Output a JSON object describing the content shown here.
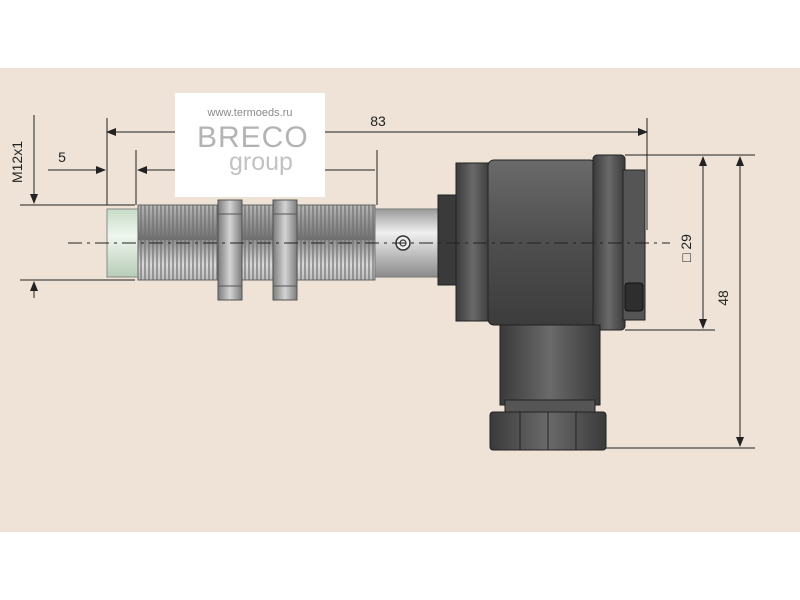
{
  "watermark": {
    "url": "www.termoeds.ru",
    "brand": "BRECO",
    "tagline": "group"
  },
  "dimensions": {
    "overall_length": "83",
    "thread_designation": "M12x1",
    "sensing_face_length": "5",
    "connector_square": "□ 29",
    "connector_height": "48"
  },
  "colors": {
    "background": "#eee3d6",
    "thread_body": "#b9b9b9",
    "connector": "#4a4a4a",
    "sensing_face": "#dfeee0"
  }
}
